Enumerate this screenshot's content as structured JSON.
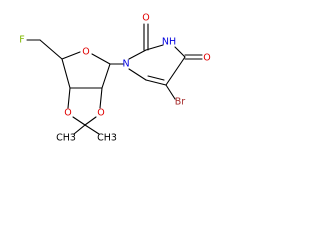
{
  "molecule": {
    "atoms": {
      "fluorine": {
        "label": "F",
        "color": "#7fb800"
      },
      "ring_oxygen": {
        "label": "O",
        "color": "#e00000"
      },
      "dioxolane_oxygen_left": {
        "label": "O",
        "color": "#e00000"
      },
      "dioxolane_oxygen_right": {
        "label": "O",
        "color": "#e00000"
      },
      "n1": {
        "label": "N",
        "color": "#0000e0"
      },
      "n3_nh": {
        "label": "NH",
        "color": "#0000e0"
      },
      "carbonyl_oxygen_c2": {
        "label": "O",
        "color": "#e00000"
      },
      "carbonyl_oxygen_c4": {
        "label": "O",
        "color": "#e00000"
      },
      "bromine": {
        "label": "Br",
        "color": "#a52a2a"
      },
      "methyl_left": {
        "label": "CH3",
        "color": "#000000"
      },
      "methyl_right": {
        "label": "CH3",
        "color": "#000000"
      }
    }
  }
}
